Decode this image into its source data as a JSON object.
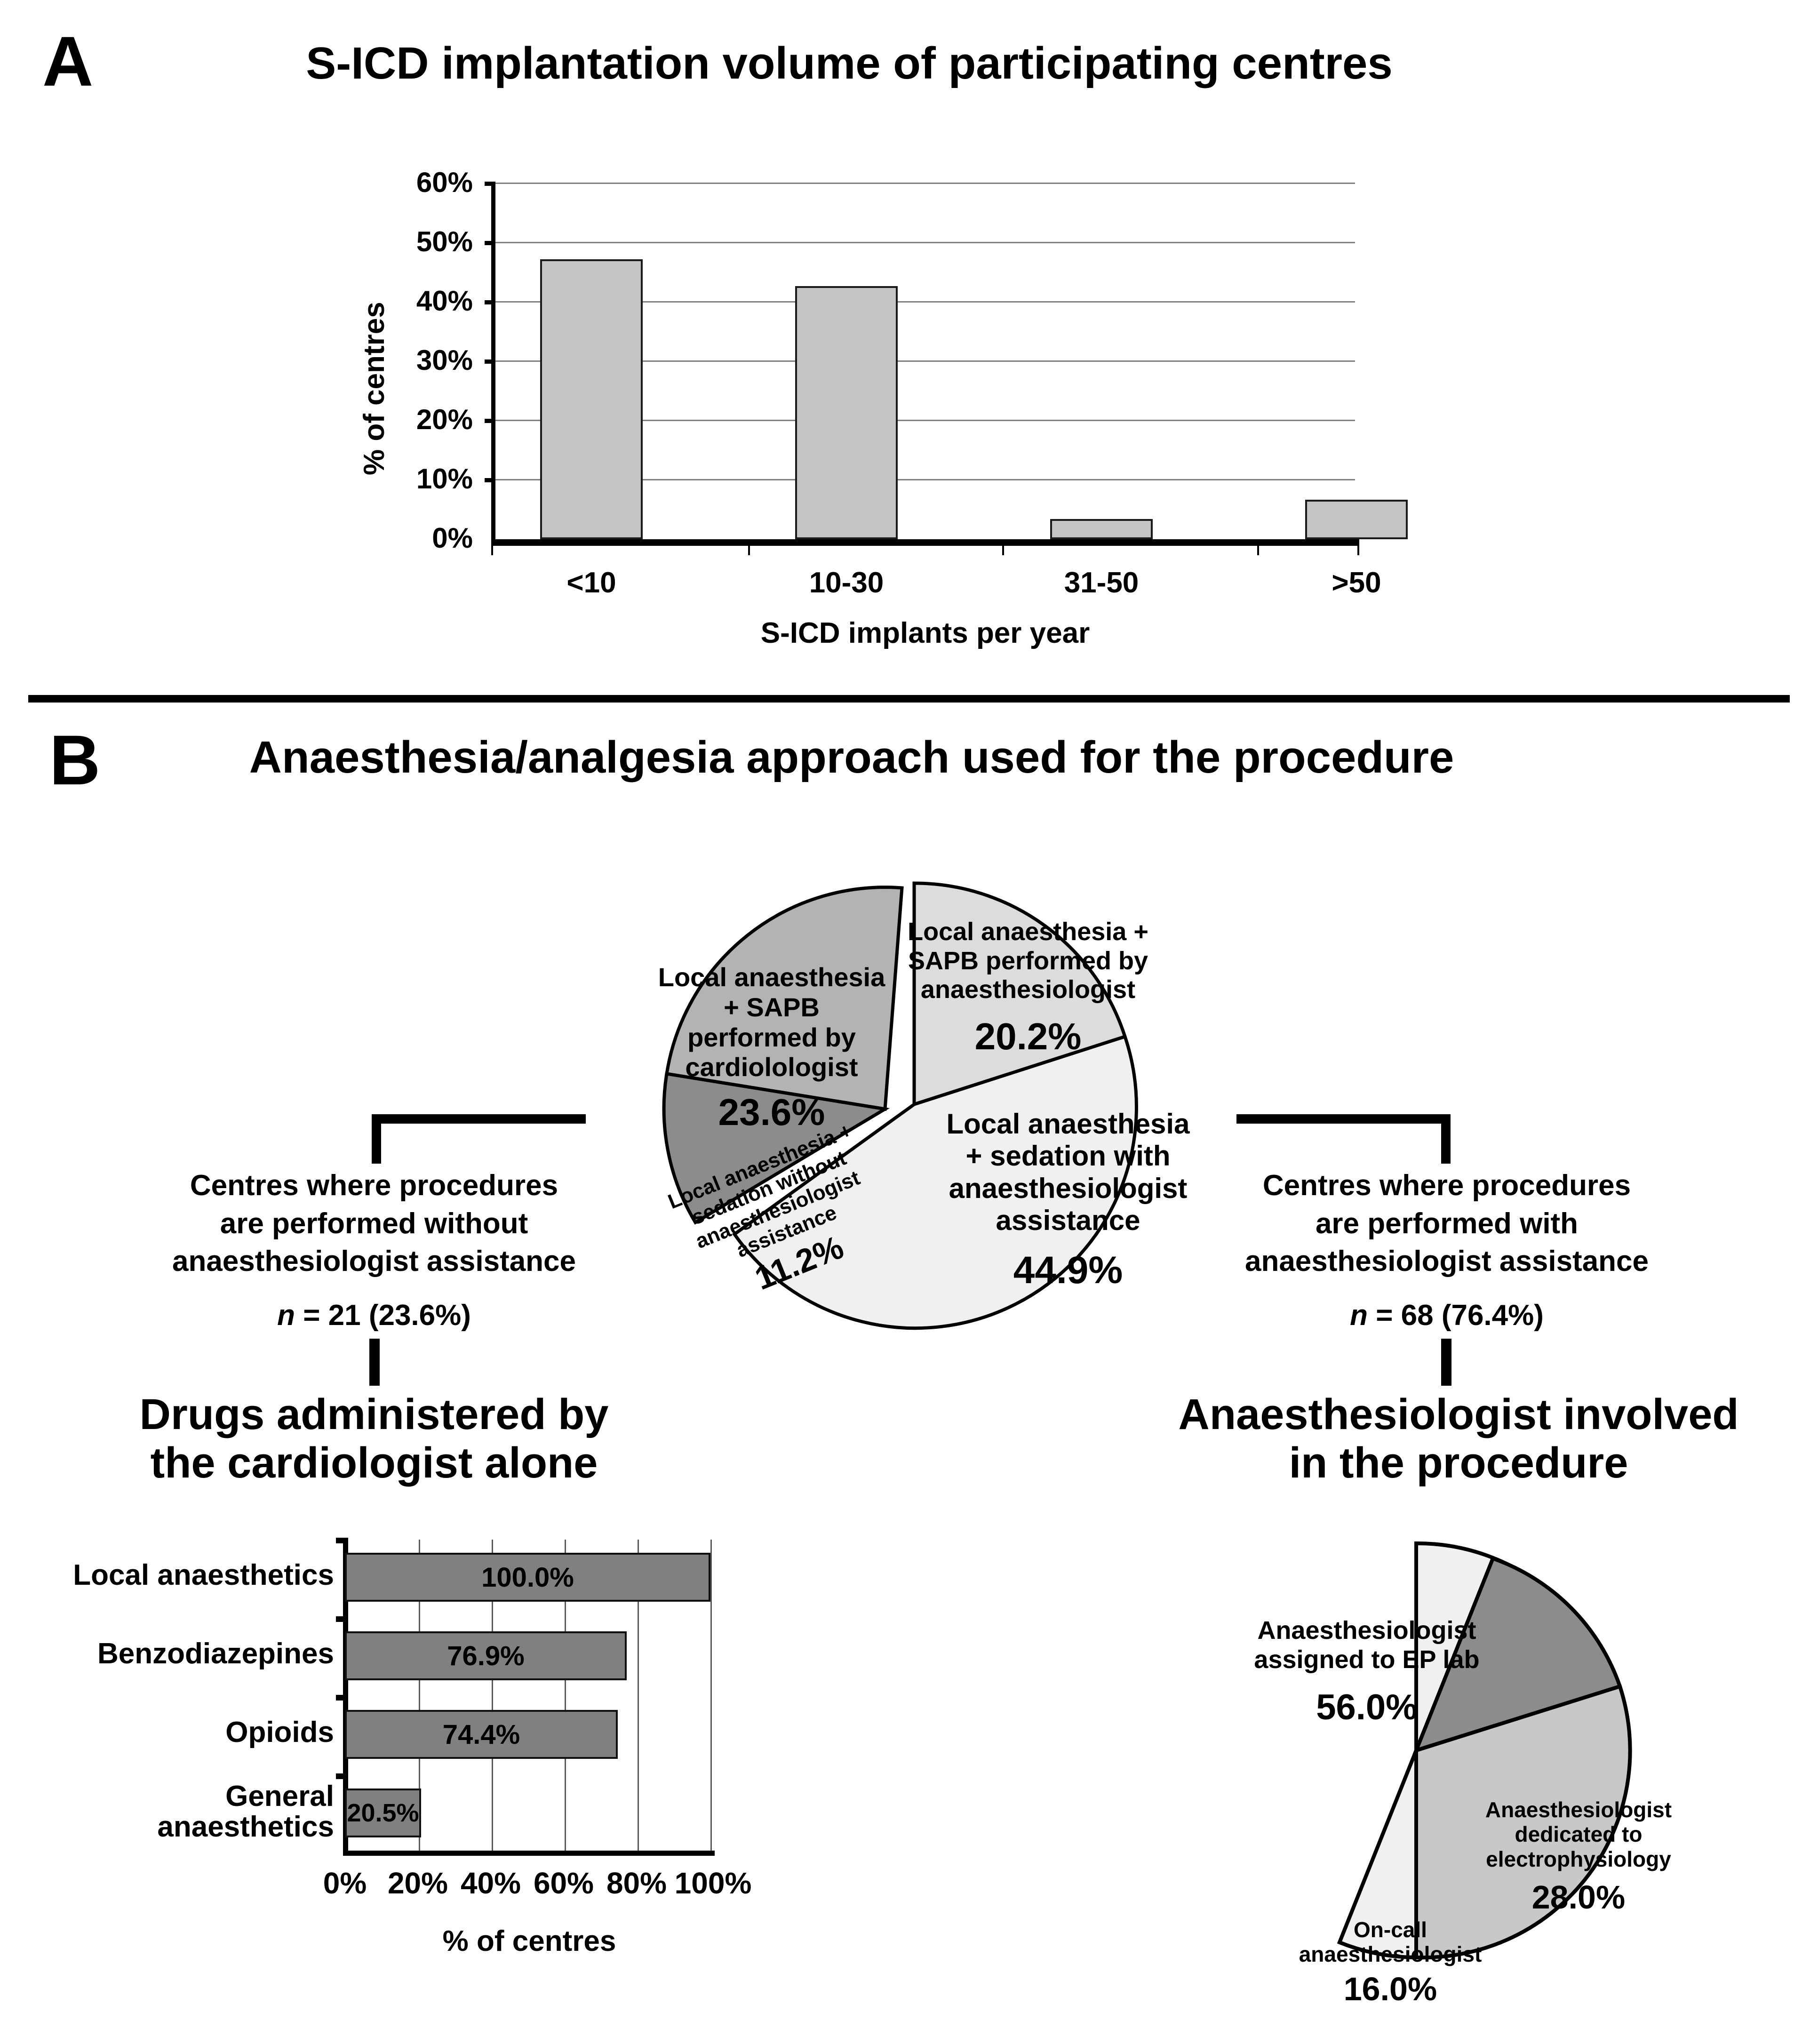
{
  "panelA": {
    "letter": "A",
    "title": "S-ICD implantation volume of participating centres",
    "chart": {
      "ylabel": "% of centres",
      "xlabel": "S-ICD implants per year",
      "yticks": [
        "0%",
        "10%",
        "20%",
        "30%",
        "40%",
        "50%",
        "60%"
      ],
      "categories": [
        "<10",
        "10-30",
        "31-50",
        ">50"
      ],
      "values": [
        47.2,
        42.7,
        3.4,
        6.7
      ]
    }
  },
  "panelB": {
    "letter": "B",
    "title": "Anaesthesia/analgesia approach used for the procedure",
    "pie": {
      "slices": [
        {
          "label": "Local anaesthesia +\nSAPB performed by\nanaesthesiologist",
          "pct": "20.2%",
          "value": 20.2,
          "color": "#dcdcdc"
        },
        {
          "label": "Local anaesthesia\n+ sedation with\nanaesthesiologist\nassistance",
          "pct": "44.9%",
          "value": 44.9,
          "color": "#f0f0f0"
        },
        {
          "label": "Local anaesthesia +\nsedation without\nanaesthesiologist\nassistance",
          "pct": "11.2%",
          "value": 11.2,
          "color": "#8c8c8c"
        },
        {
          "label": "Local anaesthesia\n+ SAPB\nperformed by\ncardiolologist",
          "pct": "23.6%",
          "value": 23.6,
          "color": "#b3b3b3"
        }
      ]
    },
    "left_annotation": {
      "line1": "Centres where procedures",
      "line2": "are performed without",
      "line3": "anaesthesiologist assistance",
      "n_italic": "n",
      "n_rest": " = 21 (23.6%)"
    },
    "right_annotation": {
      "line1": "Centres where procedures",
      "line2": "are performed with",
      "line3": "anaesthesiologist assistance",
      "n_italic": "n",
      "n_rest": " = 68 (76.4%)"
    },
    "left_subtitle": {
      "line1": "Drugs administered by",
      "line2": "the cardiologist alone"
    },
    "right_subtitle": {
      "line1": "Anaesthesiologist involved",
      "line2": "in the procedure"
    },
    "drugs_chart": {
      "xlabel": "% of centres",
      "categories": [
        "Local anaesthetics",
        "Benzodiazepines",
        "Opioids",
        "General\nanaesthetics"
      ],
      "values": [
        100.0,
        76.9,
        74.4,
        20.5
      ],
      "value_labels": [
        "100.0%",
        "76.9%",
        "74.4%",
        "20.5%"
      ],
      "xticks": [
        "0%",
        "20%",
        "40%",
        "60%",
        "80%",
        "100%"
      ]
    },
    "anaesth_pie": {
      "slices": [
        {
          "label": "Anaesthesiologist\nassigned  to EP lab",
          "pct": "56.0%",
          "value": 56.0,
          "color": "#f0f0f0"
        },
        {
          "label": "Anaesthesiologist\ndedicated to\nelectrophysiology",
          "pct": "28.0%",
          "value": 28.0,
          "color": "#c8c8c8"
        },
        {
          "label": "On-call\nanaesthesiologist",
          "pct": "16.0%",
          "value": 16.0,
          "color": "#8c8c8c"
        }
      ]
    }
  },
  "chart_data": [
    {
      "type": "bar",
      "title": "S-ICD implantation volume of participating centres",
      "xlabel": "S-ICD implants per year",
      "ylabel": "% of centres",
      "categories": [
        "<10",
        "10-30",
        "31-50",
        ">50"
      ],
      "values": [
        47.2,
        42.7,
        3.4,
        6.7
      ],
      "ylim": [
        0,
        60
      ],
      "ytick_values": [
        0,
        10,
        20,
        30,
        40,
        50,
        60
      ],
      "grid": true,
      "legend": "none",
      "series_color": "#c4c4c4"
    },
    {
      "type": "pie",
      "title": "Anaesthesia/analgesia approach used for the procedure",
      "categories": [
        "Local anaesthesia + SAPB performed by anaesthesiologist",
        "Local anaesthesia + sedation with anaesthesiologist assistance",
        "Local anaesthesia + sedation without anaesthesiologist assistance",
        "Local anaesthesia + SAPB performed by cardiolologist"
      ],
      "values": [
        20.2,
        44.9,
        11.2,
        23.6
      ],
      "colors": [
        "#dcdcdc",
        "#f0f0f0",
        "#8c8c8c",
        "#b3b3b3"
      ],
      "annotations": [
        "Centres where procedures are performed without anaesthesiologist assistance n = 21 (23.6%)",
        "Centres where procedures are performed with anaesthesiologist assistance n = 68 (76.4%)"
      ],
      "legend": "none"
    },
    {
      "type": "bar",
      "orientation": "horizontal",
      "title": "Drugs administered by the cardiologist alone",
      "xlabel": "% of centres",
      "ylabel": "",
      "categories": [
        "Local anaesthetics",
        "Benzodiazepines",
        "Opioids",
        "General anaesthetics"
      ],
      "values": [
        100.0,
        76.9,
        74.4,
        20.5
      ],
      "xlim": [
        0,
        100
      ],
      "xtick_values": [
        0,
        20,
        40,
        60,
        80,
        100
      ],
      "grid": true,
      "legend": "none",
      "series_color": "#808080"
    },
    {
      "type": "pie",
      "title": "Anaesthesiologist involved in the procedure",
      "categories": [
        "Anaesthesiologist assigned to EP lab",
        "Anaesthesiologist dedicated to electrophysiology",
        "On-call anaesthesiologist"
      ],
      "values": [
        56.0,
        28.0,
        16.0
      ],
      "colors": [
        "#f0f0f0",
        "#c8c8c8",
        "#8c8c8c"
      ],
      "legend": "none"
    }
  ]
}
